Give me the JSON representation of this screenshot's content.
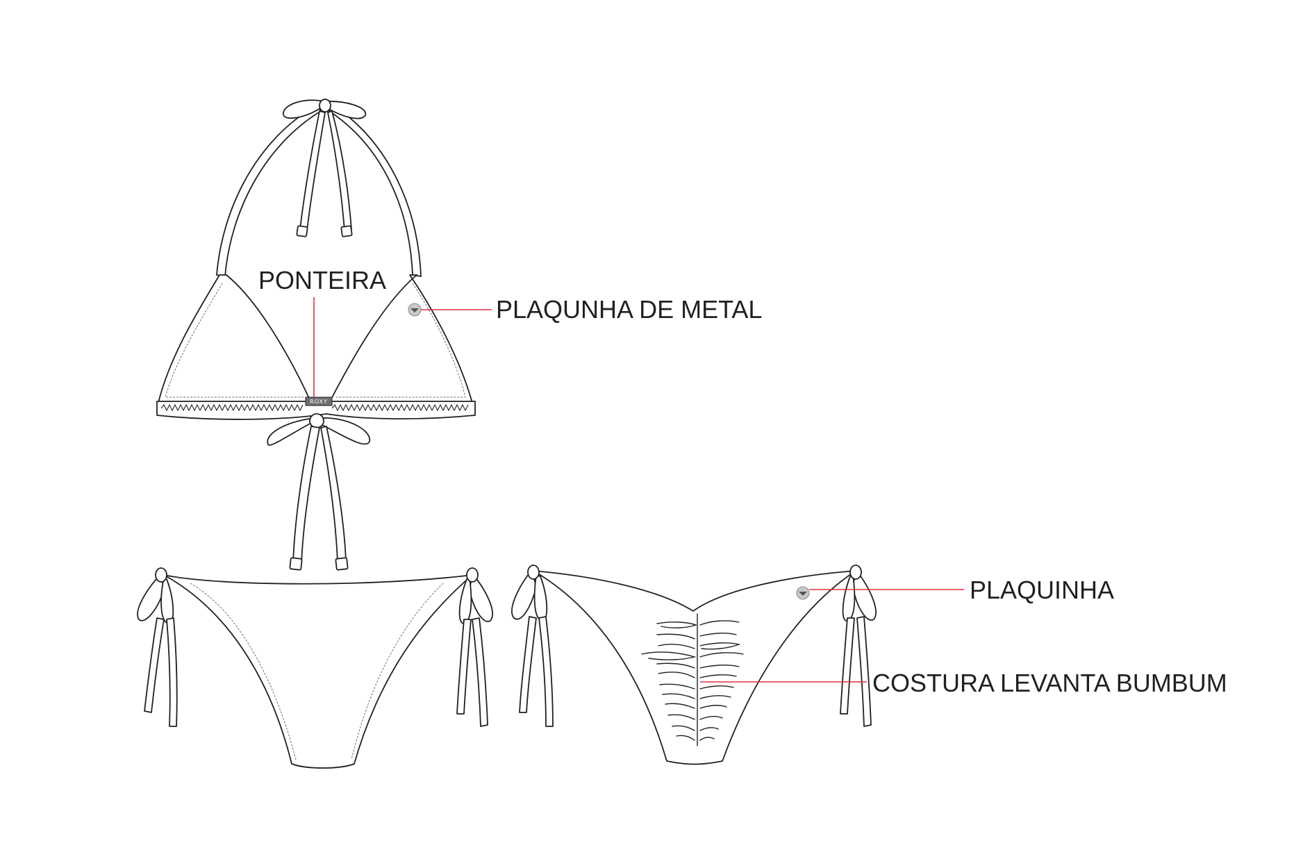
{
  "labels": {
    "ponteira": "PONTEIRA",
    "plaqunha_de_metal": "PLAQUNHA DE METAL",
    "plaquinha": "PLAQUINHA",
    "costura_levanta_bumbum": "COSTURA LEVANTA BUMBUM"
  },
  "tag": {
    "text": "ROXY"
  },
  "colors": {
    "leader": "#e0303d",
    "outline": "#231f20",
    "plate": "#c8c8c8"
  }
}
